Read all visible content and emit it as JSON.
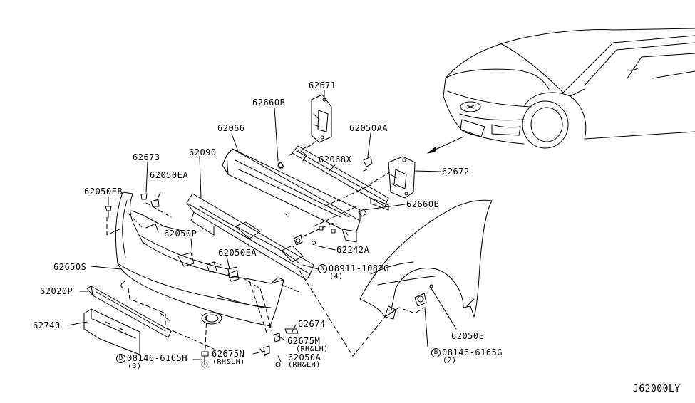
{
  "part_labels": {
    "p62671": "62671",
    "p62660B_top": "62660B",
    "p62066": "62066",
    "p62050AA": "62050AA",
    "p62068X": "62068X",
    "p62672": "62672",
    "p62090": "62090",
    "p62673": "62673",
    "p62050EA_top": "62050EA",
    "p62050EB": "62050EB",
    "p62660B_mid": "62660B",
    "p62050P": "62050P",
    "p62242A": "62242A",
    "p62050EA_mid": "62050EA",
    "p62650S": "62650S",
    "p08911": "08911-1082G",
    "p08911_qty": "(4)",
    "p62020P": "62020P",
    "p62740": "62740",
    "p62674": "62674",
    "p62675M": "62675M",
    "p62675M_side": "(RH&LH)",
    "p62675N": "62675N",
    "p62675N_side": "(RH&LH)",
    "p62050A": "62050A",
    "p62050A_side": "(RH&LH)",
    "p08146_left": "08146-6165H",
    "p08146_left_qty": "(3)",
    "p62050E": "62050E",
    "p08146_right": "08146-6165G",
    "p08146_right_qty": "(2)"
  },
  "markers": {
    "nut_symbol": "N",
    "bolt_symbol_left": "B",
    "bolt_symbol_right": "B"
  },
  "diagram_ref": "J62000LY"
}
